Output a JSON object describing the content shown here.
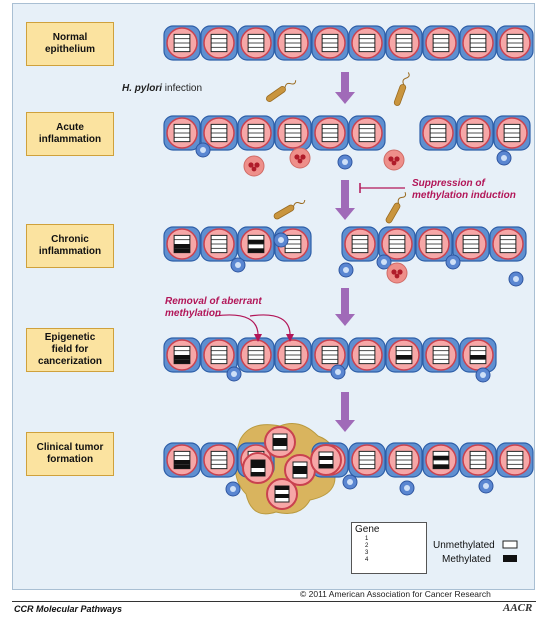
{
  "stages": [
    {
      "label": "Normal\nepithelium"
    },
    {
      "label": "Acute\ninflammation"
    },
    {
      "label": "Chronic\ninflammation"
    },
    {
      "label": "Epigenetic\nfield for\ncancerization"
    },
    {
      "label": "Clinical tumor\nformation"
    }
  ],
  "annotations": {
    "infection_species": "H. pylori",
    "infection_word": " infection",
    "suppression": "Suppression of\nmethylation induction",
    "removal": "Removal of aberrant\nmethylation"
  },
  "legend": {
    "gene_label": "Gene",
    "gene_numbers": [
      "1",
      "2",
      "3",
      "4"
    ],
    "unmethylated": "Unmethylated",
    "methylated": "Methylated"
  },
  "footer": {
    "copyright": "© 2011 American Association for Cancer Research",
    "journal": "CCR Molecular Pathways",
    "logo": "AACR"
  },
  "cell_rows": [
    [
      [
        0,
        0,
        0,
        0
      ],
      [
        0,
        0,
        0,
        0
      ],
      [
        0,
        0,
        0,
        0
      ],
      [
        0,
        0,
        0,
        0
      ],
      [
        0,
        0,
        0,
        0
      ],
      [
        0,
        0,
        0,
        0
      ],
      [
        0,
        0,
        0,
        0
      ],
      [
        0,
        0,
        0,
        0
      ],
      [
        0,
        0,
        0,
        0
      ],
      [
        0,
        0,
        0,
        0
      ]
    ],
    [
      [
        0,
        0,
        0,
        0
      ],
      [
        0,
        0,
        0,
        0
      ],
      [
        0,
        0,
        0,
        0
      ],
      [
        0,
        0,
        0,
        0
      ],
      [
        0,
        0,
        0,
        0
      ],
      [
        0,
        0,
        0,
        0
      ],
      [
        0,
        0,
        0,
        0
      ],
      [
        0,
        0,
        0,
        0
      ],
      [
        0,
        0,
        0,
        0
      ]
    ],
    [
      [
        0,
        0,
        1,
        1
      ],
      [
        0,
        0,
        0,
        0
      ],
      [
        0,
        1,
        0,
        1
      ],
      [
        0,
        0,
        0,
        0
      ],
      [
        0,
        0,
        0,
        0
      ],
      [
        0,
        0,
        0,
        0
      ],
      [
        0,
        0,
        0,
        0
      ],
      [
        0,
        0,
        0,
        0
      ],
      [
        0,
        0,
        0,
        0
      ]
    ],
    [
      [
        0,
        0,
        1,
        1
      ],
      [
        0,
        0,
        0,
        0
      ],
      [
        0,
        0,
        0,
        0
      ],
      [
        0,
        0,
        0,
        0
      ],
      [
        0,
        0,
        0,
        0
      ],
      [
        0,
        0,
        0,
        0
      ],
      [
        0,
        0,
        1,
        0
      ],
      [
        0,
        0,
        0,
        0
      ],
      [
        0,
        0,
        1,
        0
      ]
    ],
    [
      [
        0,
        0,
        1,
        1
      ],
      [
        0,
        0,
        0,
        0
      ],
      [
        0,
        1,
        0,
        1
      ],
      [
        0,
        0,
        0,
        0
      ],
      [
        0,
        0,
        0,
        0
      ],
      [
        0,
        0,
        0,
        0
      ],
      [
        0,
        1,
        0,
        1
      ],
      [
        0,
        0,
        0,
        0
      ],
      [
        0,
        0,
        0,
        0
      ]
    ]
  ],
  "tumor_cells": [
    [
      0,
      1,
      1,
      0
    ],
    [
      1,
      1,
      0,
      1
    ],
    [
      0,
      1,
      1,
      0
    ],
    [
      0,
      1,
      0,
      1
    ],
    [
      1,
      0,
      1,
      0
    ]
  ],
  "colors": {
    "panel": "#e7f0f8",
    "cell_fill": "#f6a7a7",
    "cell_border": "#2e5fa8",
    "band": "#5f8fd0",
    "arrow": "#a06ab8",
    "immune": "#5a86d1",
    "neutrophil": "#ee8f8a",
    "bacteria": "#c9953e",
    "tumor_halo": "#d9b45e",
    "label_bg": "#fbe3a0",
    "label_border": "#cfa13c"
  }
}
